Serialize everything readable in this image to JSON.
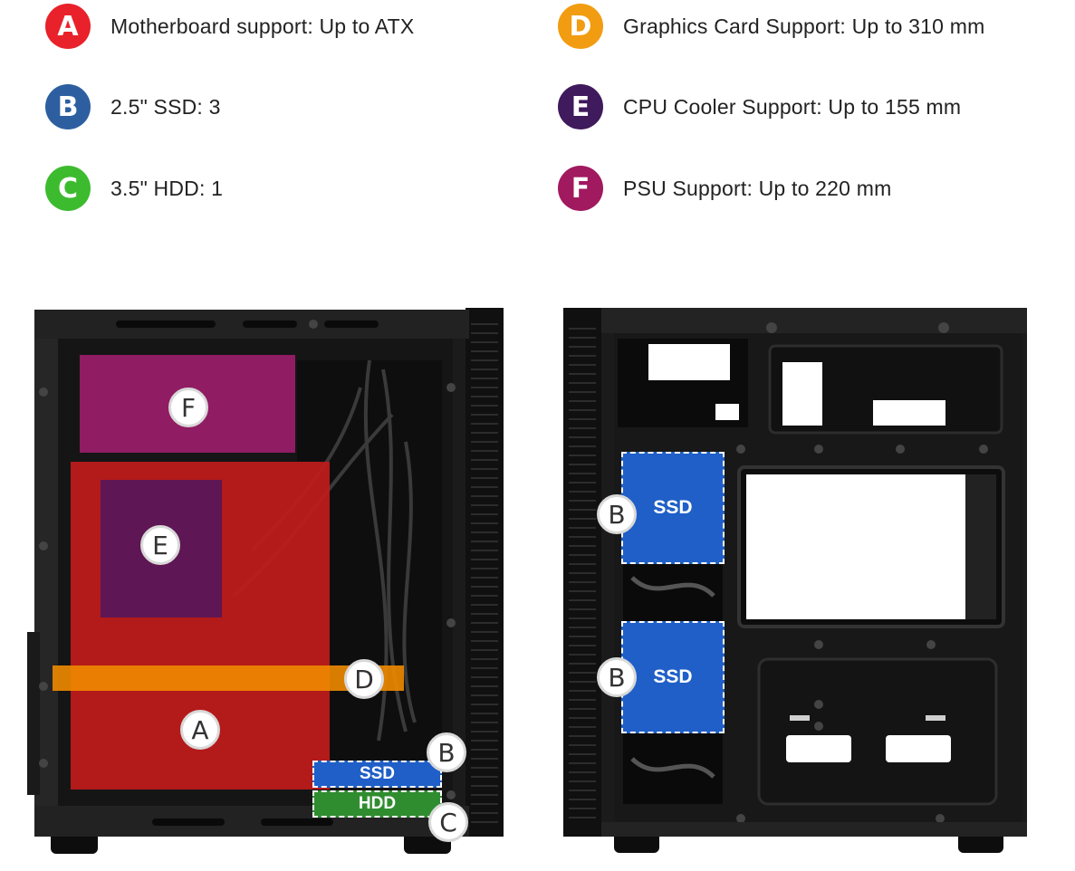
{
  "legend": [
    {
      "letter": "A",
      "text": "Motherboard support: Up to ATX",
      "color": "#e8212a"
    },
    {
      "letter": "B",
      "text": "2.5\" SSD:  3",
      "color": "#2d5fa0"
    },
    {
      "letter": "C",
      "text": "3.5\" HDD: 1",
      "color": "#3dbb2f"
    },
    {
      "letter": "D",
      "text": "Graphics Card Support: Up to 310 mm",
      "color": "#f29c12"
    },
    {
      "letter": "E",
      "text": "CPU Cooler Support: Up to 155 mm",
      "color": "#3f1a5c"
    },
    {
      "letter": "F",
      "text": "PSU Support: Up to 220 mm",
      "color": "#a1195f"
    }
  ],
  "left_case": {
    "labels": {
      "F": "F",
      "E": "E",
      "D": "D",
      "A": "A",
      "B": "B",
      "C": "C"
    },
    "ssd_text": "SSD",
    "hdd_text": "HDD"
  },
  "right_case": {
    "labels": {
      "B1": "B",
      "B2": "B"
    },
    "ssd_text_1": "SSD",
    "ssd_text_2": "SSD"
  },
  "colors": {
    "motherboard": "#c11b1b",
    "psu": "#9b1d6a",
    "cpu": "#5a1657",
    "gpu": "#f08a00",
    "ssd": "#1f5fc7",
    "hdd": "#2f8d2f",
    "case_dark": "#141414"
  }
}
